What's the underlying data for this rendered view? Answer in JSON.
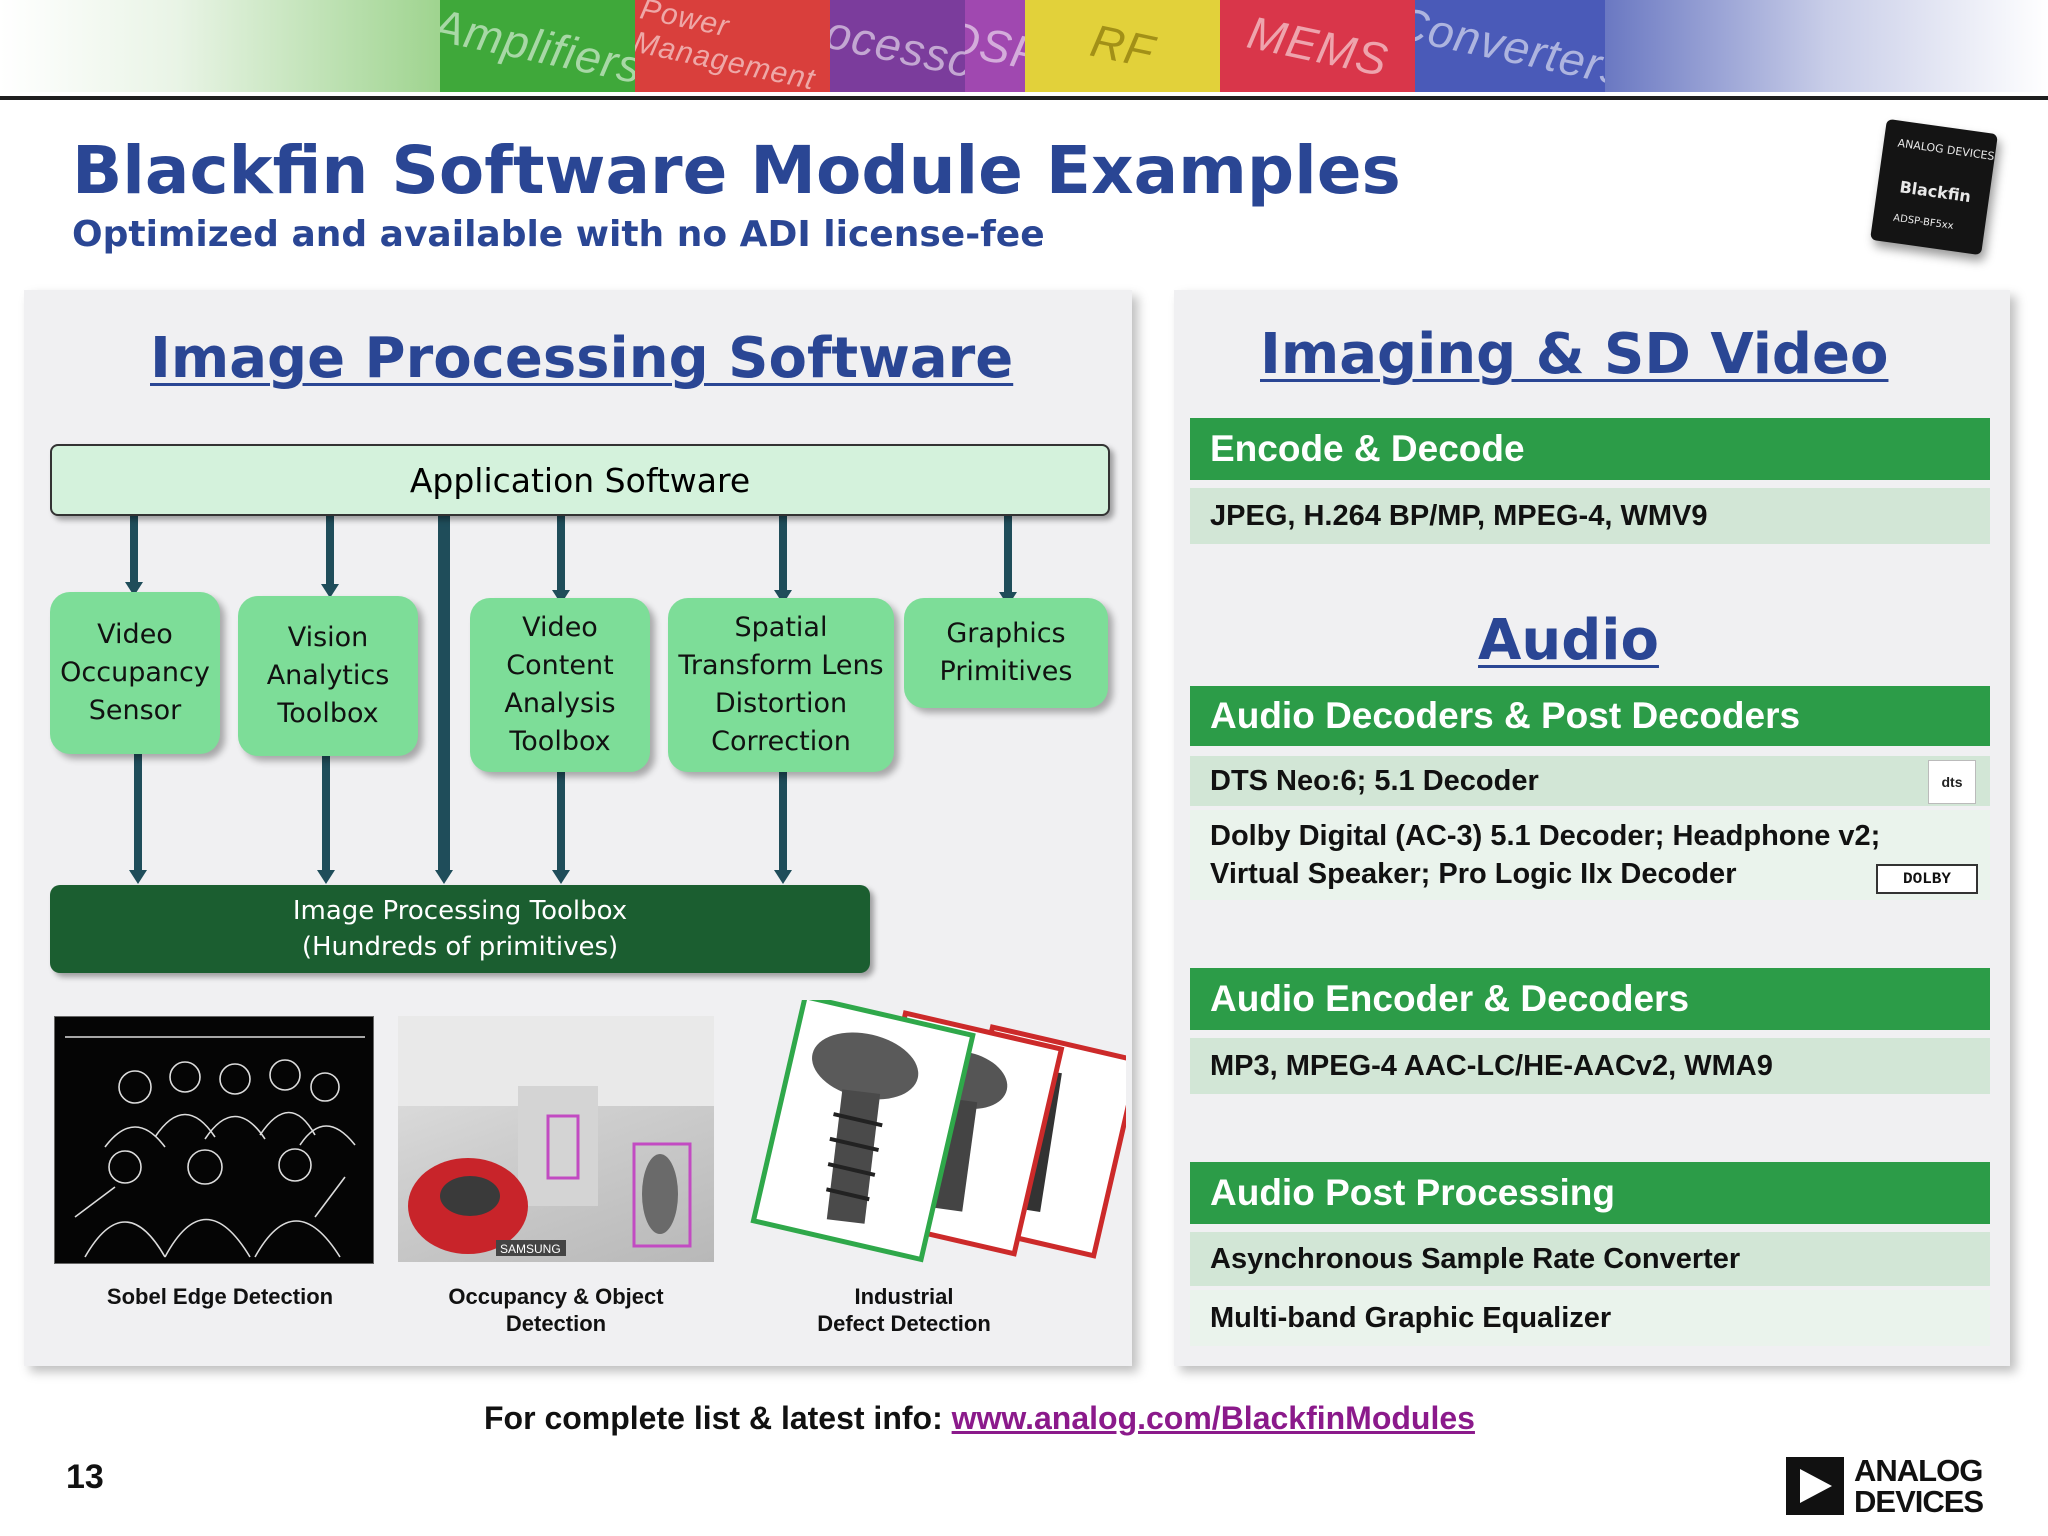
{
  "banner": {
    "categories": [
      "Amplifiers",
      "Power Management",
      "Processors",
      "DSP",
      "RF",
      "MEMS",
      "Converters"
    ],
    "colors": [
      "#3fa83a",
      "#d93f3c",
      "#7b3c9c",
      "#a048b0",
      "#e2d13a",
      "#d9364a",
      "#4a5ab8"
    ]
  },
  "header": {
    "title": "Blackfin Software Module Examples",
    "subtitle": "Optimized and available with no ADI license-fee",
    "chip": {
      "line1": "ANALOG DEVICES",
      "line2": "Blackfin",
      "line3": "ADSP-BF5xx"
    }
  },
  "left_panel": {
    "heading": "Image Processing Software",
    "app_software": "Application Software",
    "modules": [
      "Video Occupancy Sensor",
      "Vision Analytics Toolbox",
      "Video Content Analysis Toolbox",
      "Spatial Transform Lens Distortion Correction",
      "Graphics Primitives"
    ],
    "toolbox_line1": "Image Processing Toolbox",
    "toolbox_line2": "(Hundreds of primitives)",
    "images": [
      {
        "caption_line1": "Sobel Edge Detection",
        "caption_line2": ""
      },
      {
        "caption_line1": "Occupancy & Object",
        "caption_line2": "Detection"
      },
      {
        "caption_line1": "Industrial",
        "caption_line2": "Defect Detection"
      }
    ],
    "camera_overlay": "SAMSUNG"
  },
  "right_panel": {
    "heading_video": "Imaging & SD Video",
    "encode_decode": {
      "title": "Encode & Decode",
      "items": [
        "JPEG, H.264 BP/MP, MPEG-4, WMV9"
      ]
    },
    "heading_audio": "Audio",
    "audio_decoders": {
      "title": "Audio Decoders & Post Decoders",
      "items": [
        {
          "text": "DTS Neo:6; 5.1 Decoder",
          "logo": "dts"
        },
        {
          "text": "Dolby Digital (AC-3) 5.1 Decoder; Headphone v2; Virtual Speaker; Pro Logic IIx Decoder",
          "logo": "DOLBY"
        }
      ]
    },
    "audio_encoders": {
      "title": "Audio Encoder & Decoders",
      "items": [
        "MP3, MPEG-4 AAC-LC/HE-AACv2, WMA9"
      ]
    },
    "audio_post": {
      "title": "Audio Post Processing",
      "items": [
        "Asynchronous Sample Rate Converter",
        "Multi-band Graphic Equalizer"
      ]
    }
  },
  "footer": {
    "info_label": "For complete list & latest info:",
    "link": "www.analog.com/BlackfinModules",
    "page_number": "13",
    "logo_line1": "ANALOG",
    "logo_line2": "DEVICES"
  },
  "colors": {
    "title_blue": "#2a4694",
    "section_green": "#2c9c48",
    "module_green": "#7ddd98",
    "toolbox_green": "#1b5e30",
    "link_purple": "#8b1a8b"
  }
}
